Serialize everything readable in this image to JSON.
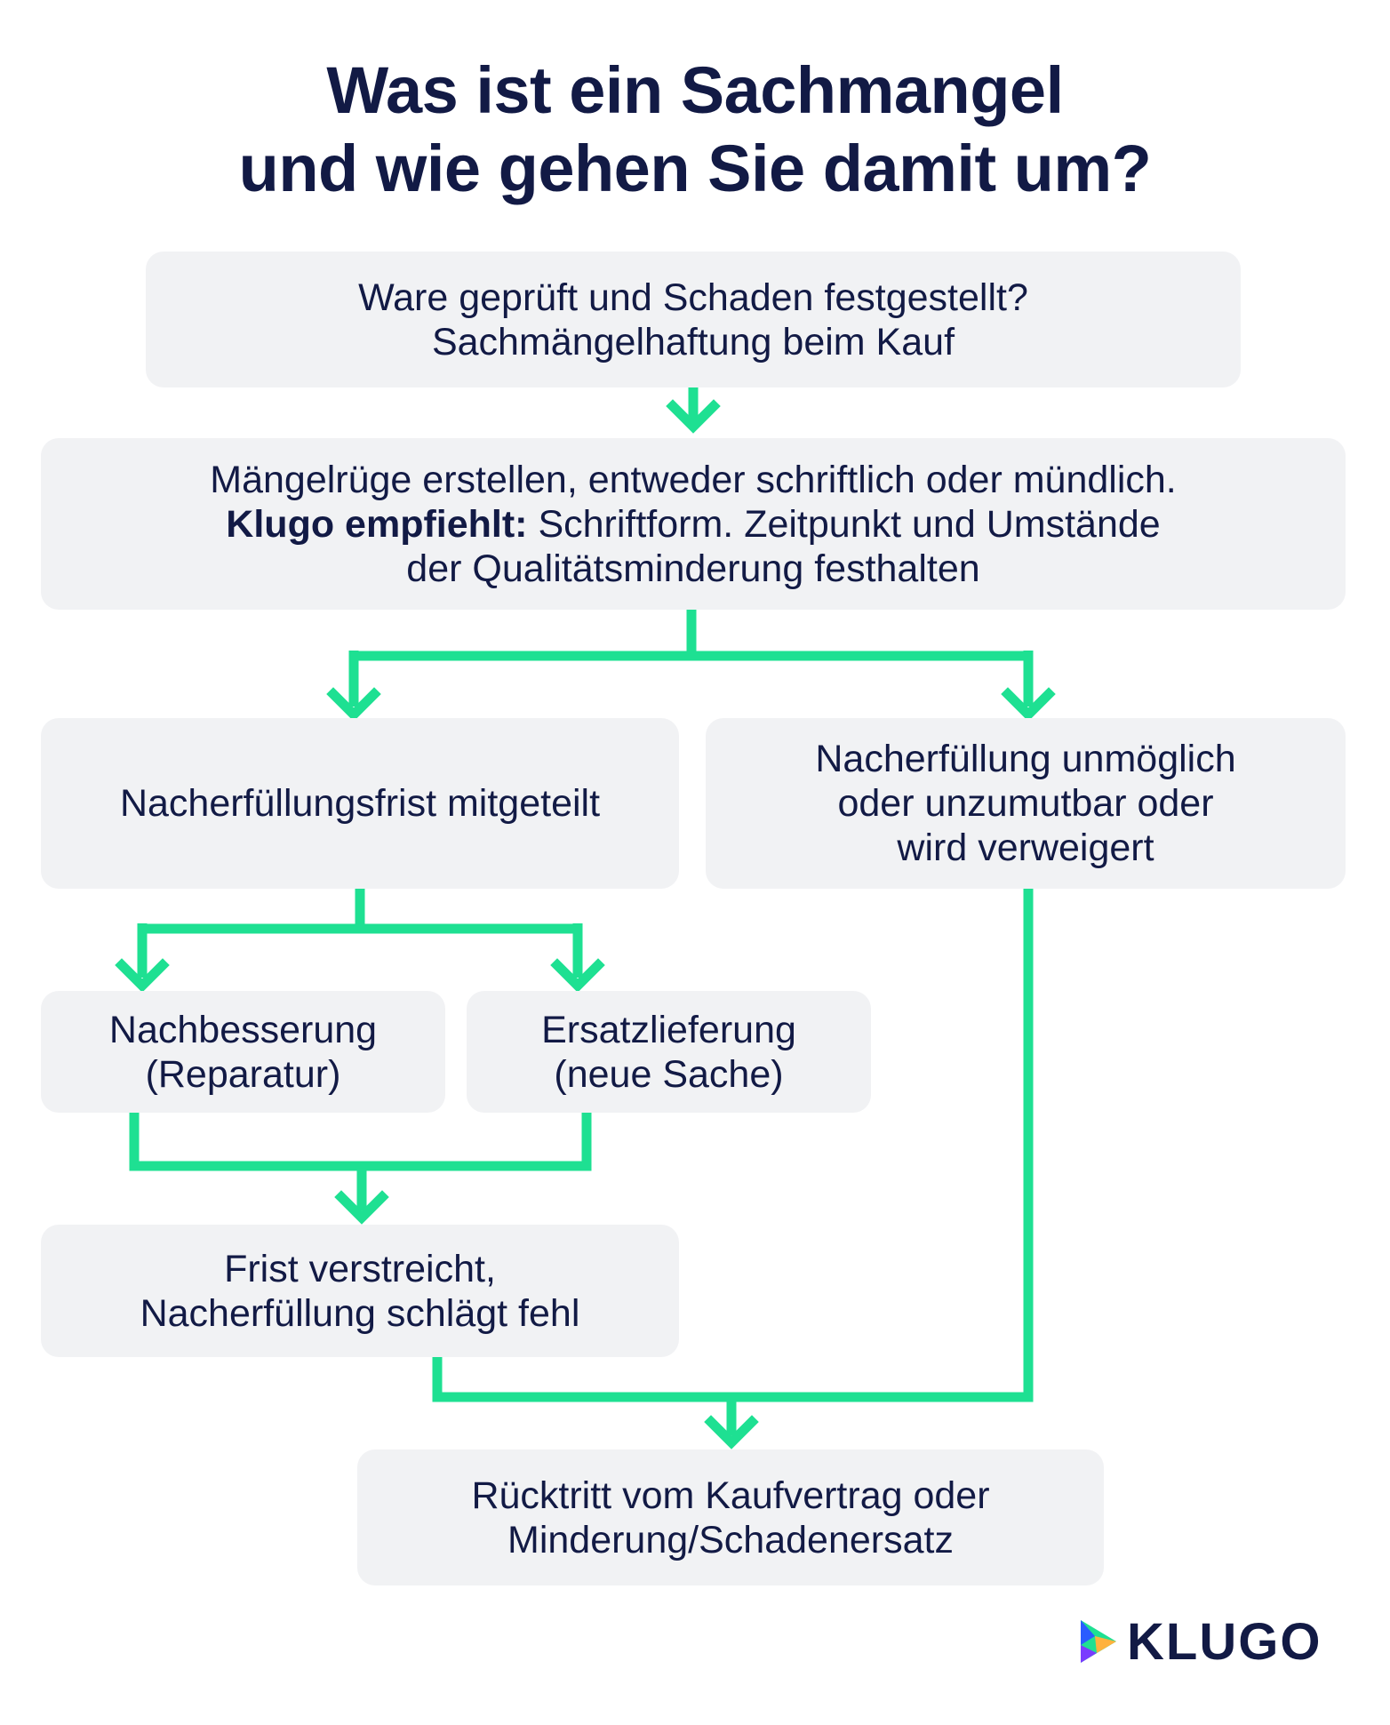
{
  "title": {
    "line1": "Was ist ein Sachmangel",
    "line2": "und wie gehen Sie damit um?"
  },
  "nodes": {
    "start": {
      "line1": "Ware geprüft und Schaden festgestellt?",
      "line2": "Sachmängelhaftung beim Kauf"
    },
    "notice": {
      "line1": "Mängelrüge erstellen, entweder schriftlich oder mündlich.",
      "line2_bold": "Klugo empfiehlt:",
      "line2_rest": " Schriftform. Zeitpunkt und Umstände",
      "line3": "der Qualitätsminderung festhalten"
    },
    "deadline": {
      "line1": "Nacherfüllungsfrist mitgeteilt"
    },
    "impossible": {
      "line1": "Nacherfüllung unmöglich",
      "line2": "oder unzumutbar oder",
      "line3": "wird verweigert"
    },
    "repair": {
      "line1": "Nachbesserung",
      "line2": "(Reparatur)"
    },
    "replacement": {
      "line1": "Ersatzlieferung",
      "line2": "(neue Sache)"
    },
    "expired": {
      "line1": "Frist verstreicht,",
      "line2": "Nacherfüllung schlägt fehl"
    },
    "result": {
      "line1": "Rücktritt vom Kaufvertrag oder",
      "line2": "Minderung/Schadenersatz"
    }
  },
  "colors": {
    "connector": "#1ee092",
    "box": "#f1f2f4",
    "text": "#121a45"
  },
  "logo": {
    "text": "KLUGO",
    "icon": "play-triangle-logo-icon"
  }
}
